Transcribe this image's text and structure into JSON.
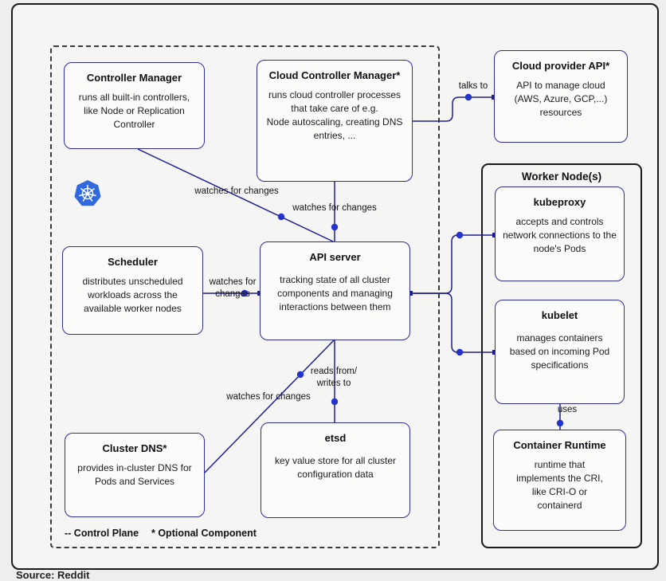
{
  "diagram": {
    "source_caption": "Source: Reddit",
    "worker_node_title": "Worker Node(s)",
    "legend": {
      "control_plane": "-- Control Plane",
      "optional_component": "* Optional Component"
    },
    "edge_labels": {
      "controller_manager_to_api": "watches for changes",
      "cloud_controller_manager_to_api": "watches for changes",
      "cloud_controller_manager_to_cloud_api": "talks to",
      "scheduler_to_api": "watches for\nchanges",
      "api_to_etsd": "reads from/\nwrites to",
      "api_to_cluster_dns": "watches for changes",
      "kubelet_to_container_runtime": "uses"
    },
    "nodes": [
      {
        "id": "controller-manager",
        "title": "Controller Manager",
        "body": "runs all built-in controllers, like Node or Replication Controller"
      },
      {
        "id": "cloud-controller-manager",
        "title": "Cloud Controller Manager*",
        "body": "runs cloud controller processes that take care of e.g.\nNode autoscaling, creating DNS entries, ..."
      },
      {
        "id": "cloud-provider-api",
        "title": "Cloud provider API*",
        "body": "API to manage cloud (AWS, Azure, GCP,...) resources"
      },
      {
        "id": "scheduler",
        "title": "Scheduler",
        "body": "distributes unscheduled workloads across the available worker nodes"
      },
      {
        "id": "api-server",
        "title": "API server",
        "body": "tracking state of all cluster components and managing interactions between them"
      },
      {
        "id": "etsd",
        "title": "etsd",
        "body": "key value store for all cluster configuration data"
      },
      {
        "id": "cluster-dns",
        "title": "Cluster DNS*",
        "body": "provides in-cluster DNS for Pods and Services"
      },
      {
        "id": "kubeproxy",
        "title": "kubeproxy",
        "body": "accepts and controls network connections to the node's Pods"
      },
      {
        "id": "kubelet",
        "title": "kubelet",
        "body": "manages containers based on incoming Pod specifications"
      },
      {
        "id": "container-runtime",
        "title": "Container Runtime",
        "body": "runtime that\nimplements the CRI,\nlike CRI-O or\ncontainerd"
      }
    ],
    "colors": {
      "line": "#1e1e96",
      "dot": "#2433cc",
      "box_border": "#2e2ea2",
      "frame_border": "#1b1b1b",
      "kubernetes_blue": "#3069de"
    }
  }
}
